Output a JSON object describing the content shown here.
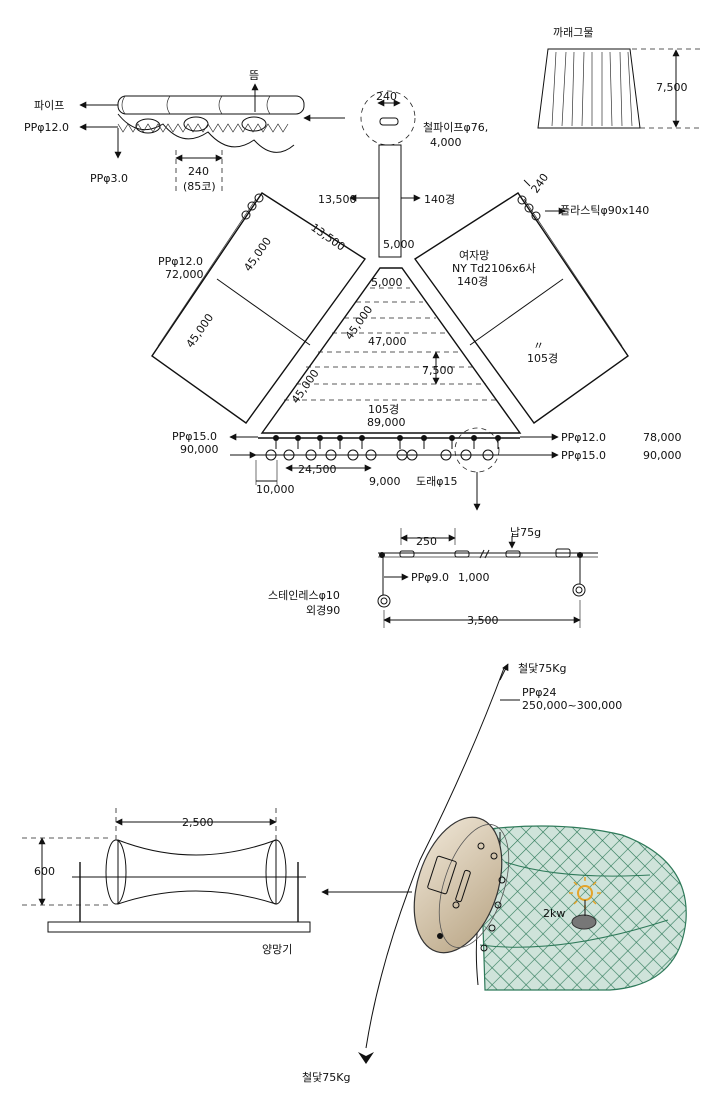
{
  "labels": {
    "pipe": "파이프",
    "pp12_top": "PPφ12.0",
    "float_mark": "뜸",
    "pp3": "PPφ3.0",
    "spacing240": "240",
    "spacing85": "(85코)",
    "ring240": "240",
    "iron_pipe": "철파이프φ76,",
    "iron_pipe_len": "4,000",
    "kkari_title": "까래그물",
    "kkari_height": "7,500",
    "d13500_left": "13,500",
    "d140_mesh": "140경",
    "d240_right": "240",
    "plastic": "플라스틱φ90x140",
    "d5000_neck": "5,000",
    "pp12_left": "PPφ12.0",
    "d72000": "72,000",
    "wing_45000_a": "45,000",
    "wing_13500": "13,500",
    "wing_45000_b": "45,000",
    "net_name": "여자망",
    "net_spec": "NY Td2106x6사",
    "net_mesh140": "140경",
    "tri_5000": "5,000",
    "tri_45000_a": "45,000",
    "tri_47000": "47,000",
    "tri_7500": "7,500",
    "tri_45000_b": "45,000",
    "tri_105": "105경",
    "tri_89000": "89,000",
    "wing_r_dots": "〃",
    "wing_r_105": "105경",
    "pp15_left": "PPφ15.0",
    "d90000_left": "90,000",
    "pp12_right": "PPφ12.0",
    "d78000": "78,000",
    "pp15_right": "PPφ15.0",
    "d90000_right": "90,000",
    "d24500": "24,500",
    "d10000": "10,000",
    "d9000": "9,000",
    "drum15": "도래φ15",
    "d250": "250",
    "lead75": "납75g",
    "pp9": "PPφ9.0",
    "d1000": "1,000",
    "stainless": "스테인레스φ10",
    "outer90": "외경90",
    "d3500": "3,500",
    "anchor_top": "철닻75Kg",
    "pp24": "PPφ24",
    "pp24_len": "250,000~300,000",
    "winch_len": "2,500",
    "winch_h": "600",
    "winch_name": "양망기",
    "lamp": "2kw",
    "anchor_bottom": "철닻75Kg"
  },
  "colors": {
    "line": "#111111",
    "hull": "#d9cbb4",
    "net": "#2f7a5a",
    "net_fill": "#cfe3da",
    "lamp": "#e3a42b"
  }
}
